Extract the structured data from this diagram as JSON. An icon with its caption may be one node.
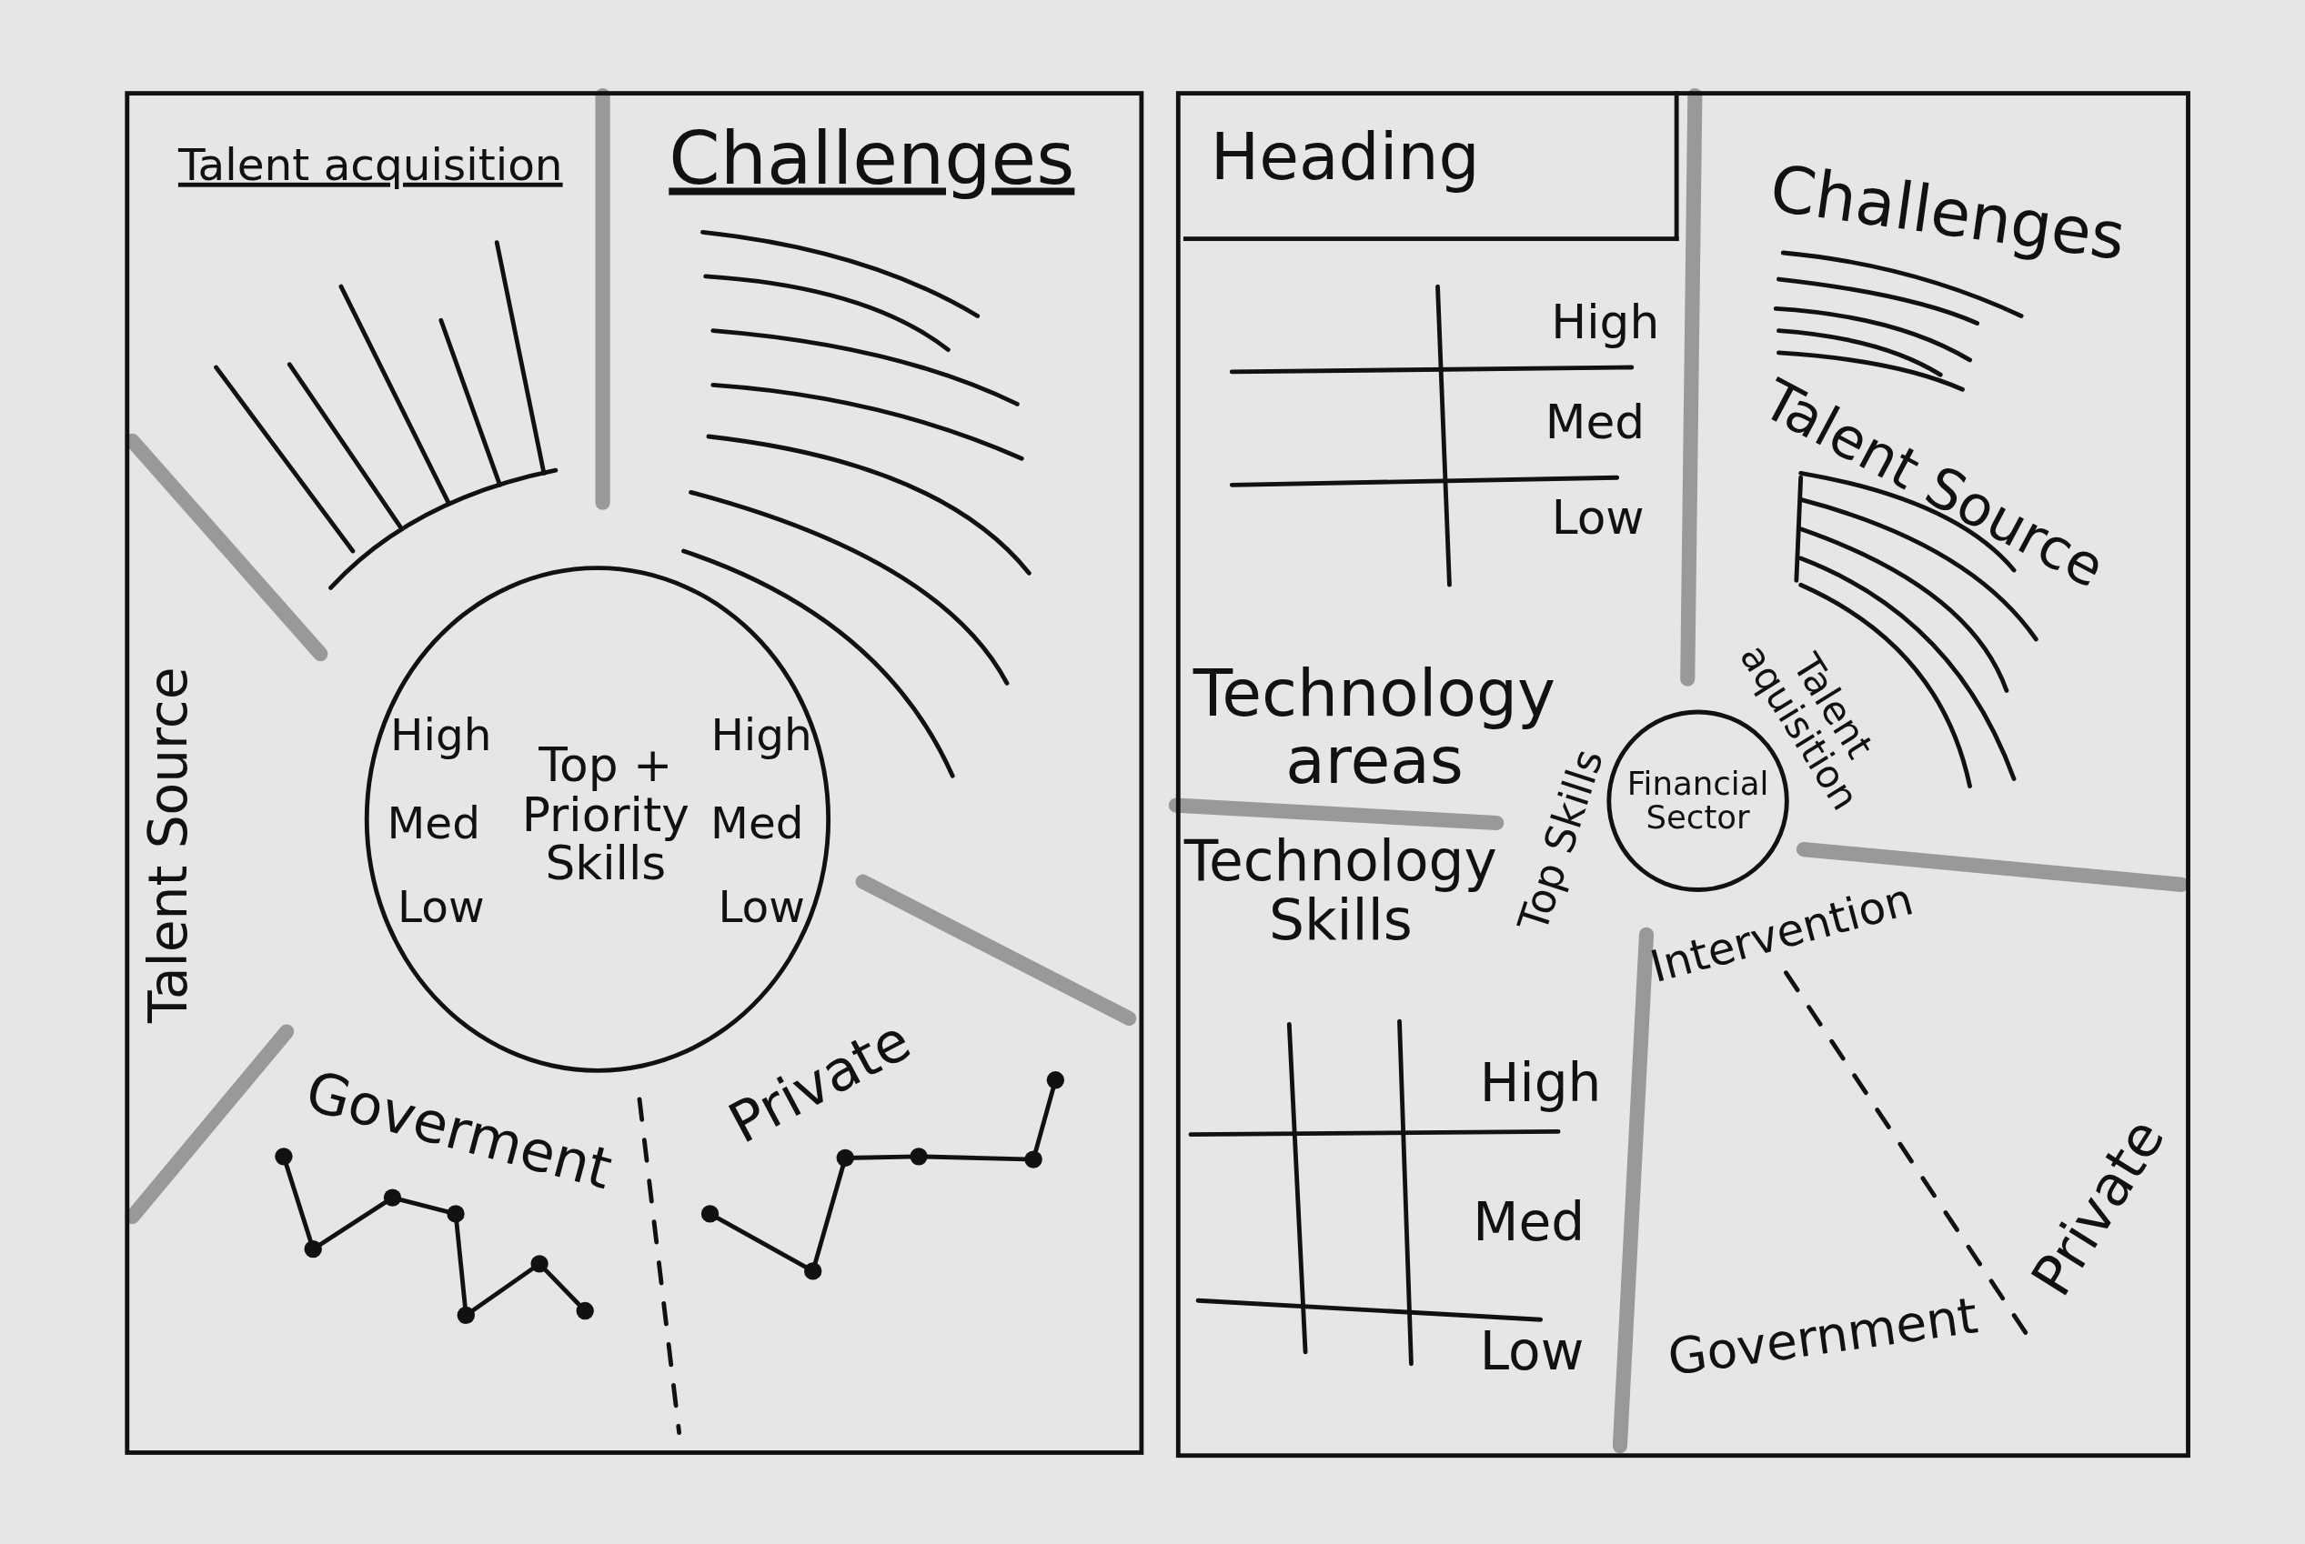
{
  "diagram": {
    "nodes": [
      {
        "text": [],
        "shape": "box"
      },
      {
        "text": [],
        "shape": "box"
      },
      {
        "text": [
          "High",
          "Med",
          "Low",
          "Top + Priority Skills",
          "High",
          "Med",
          "Low"
        ],
        "in": 0
      },
      {
        "text": [
          "Heading"
        ],
        "in": 1
      },
      {
        "text": [
          "Financial Sector"
        ],
        "in": 1
      }
    ],
    "edges": [],
    "labels": [
      "Talent acquisition",
      "Challenges",
      "Talent Source",
      "Goverment",
      "Private",
      "High",
      "Med",
      "Low",
      "Challenges",
      "Talent Source",
      "Talent aquisition",
      "Technology areas",
      "Top Skills",
      "Technology Skills",
      "Intervention",
      "High",
      "Med",
      "Low",
      "Government",
      "Private"
    ]
  }
}
